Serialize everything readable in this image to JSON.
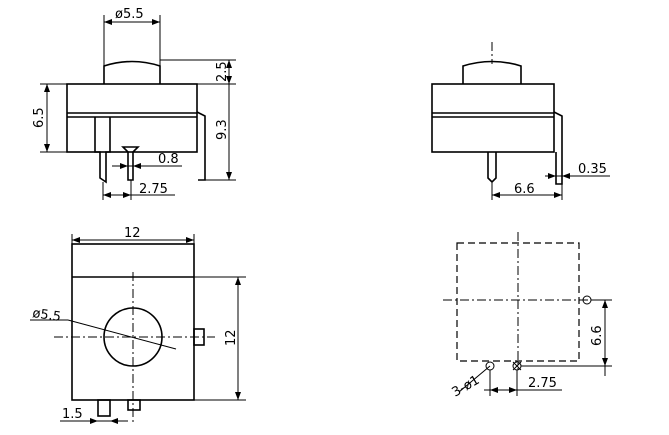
{
  "dimensions": {
    "dia_5_5_top": "ø5.5",
    "h_2_5": "2.5",
    "h_6_5": "6.5",
    "h_9_3": "9.3",
    "pin_0_8": "0.8",
    "pitch_2_75_side": "2.75",
    "pin_0_35": "0.35",
    "span_6_6_side": "6.6",
    "width_12_top": "12",
    "depth_12_right": "12",
    "dia_5_5_plan": "ø5.5",
    "offset_1_5": "1.5",
    "span_6_6_vert": "6.6",
    "holes_3_dia_1": "3-ø1",
    "pitch_2_75_pcb": "2.75"
  }
}
